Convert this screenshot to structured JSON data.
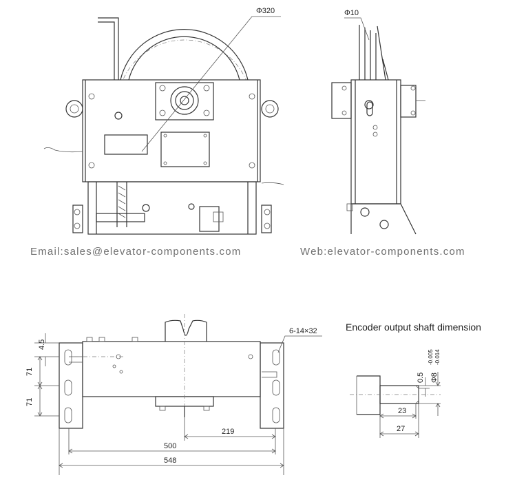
{
  "watermarks": {
    "email": "Email:sales@elevator-components.com",
    "web": "Web:elevator-components.com"
  },
  "top_view": {
    "pulley_diameter": "Φ320",
    "side_diameter": "Φ10"
  },
  "bottom_view": {
    "dims": {
      "d_4_5": "4.5",
      "d_71_a": "71",
      "d_71_b": "71",
      "d_219": "219",
      "d_500": "500",
      "d_548": "548",
      "slots": "6-14×32"
    }
  },
  "encoder": {
    "title": "Encoder output shaft dimension",
    "tolerance_upper": "-0.005",
    "tolerance_lower": "-0.014",
    "shaft_diameter": "Φ8",
    "chamfer": "0.5",
    "length_23": "23",
    "length_27": "27"
  }
}
